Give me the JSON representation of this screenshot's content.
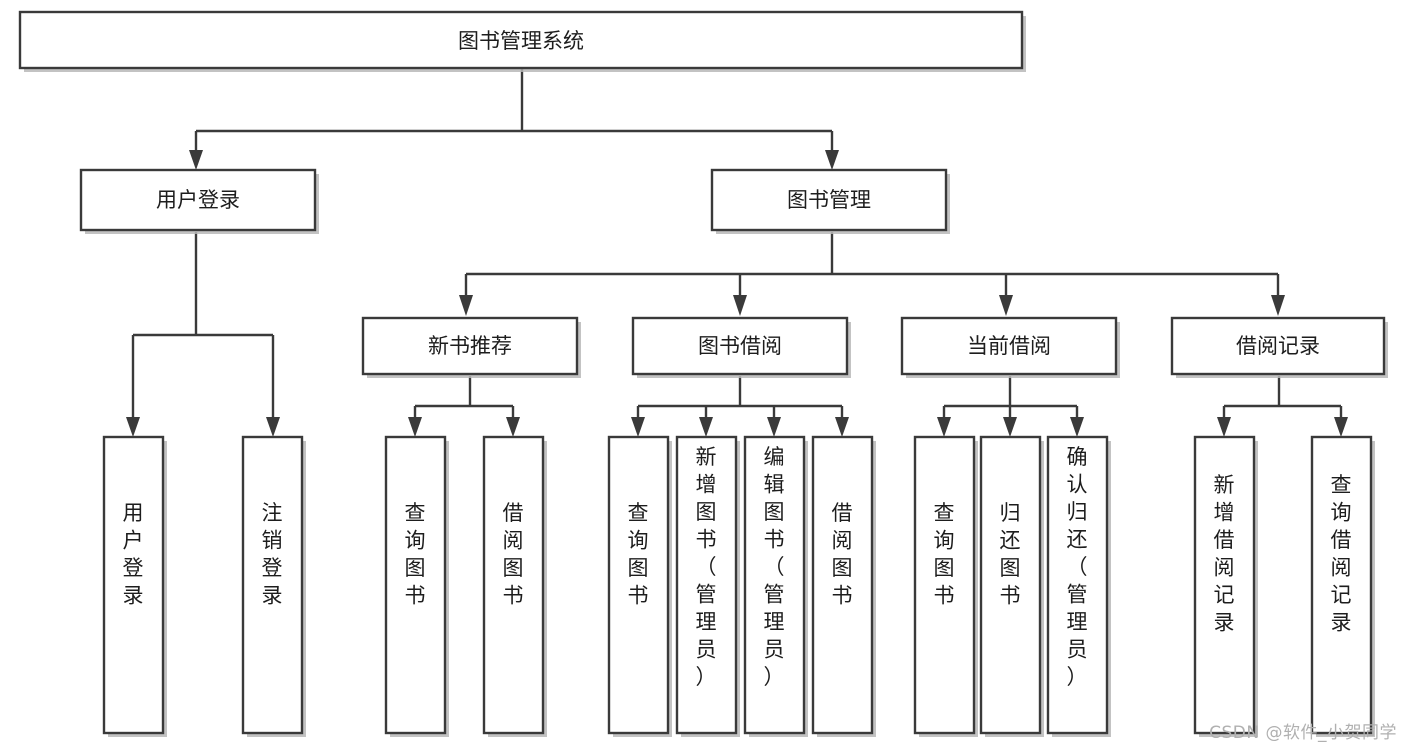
{
  "diagram": {
    "type": "tree",
    "orientation": "top-down",
    "title": "图书管理系统",
    "root": {
      "id": "root",
      "label": "图书管理系统",
      "orientation": "horizontal"
    },
    "levels": [
      {
        "level": 1,
        "nodes": [
          {
            "id": "root",
            "label": "图书管理系统",
            "orientation": "horizontal",
            "parent": null
          }
        ]
      },
      {
        "level": 2,
        "nodes": [
          {
            "id": "user-login",
            "label": "用户登录",
            "orientation": "horizontal",
            "parent": "root"
          },
          {
            "id": "book-manage",
            "label": "图书管理",
            "orientation": "horizontal",
            "parent": "root"
          }
        ]
      },
      {
        "level": 3,
        "nodes": [
          {
            "id": "new-book-rec",
            "label": "新书推荐",
            "orientation": "horizontal",
            "parent": "book-manage"
          },
          {
            "id": "book-borrow",
            "label": "图书借阅",
            "orientation": "horizontal",
            "parent": "book-manage"
          },
          {
            "id": "current-borrow",
            "label": "当前借阅",
            "orientation": "horizontal",
            "parent": "book-manage"
          },
          {
            "id": "borrow-record",
            "label": "借阅记录",
            "orientation": "horizontal",
            "parent": "book-manage"
          }
        ]
      },
      {
        "level": 4,
        "nodes": [
          {
            "id": "leaf-user-login",
            "label": "用户登录",
            "orientation": "vertical",
            "parent": "user-login"
          },
          {
            "id": "leaf-logout",
            "label": "注销登录",
            "orientation": "vertical",
            "parent": "user-login"
          },
          {
            "id": "leaf-query-book-1",
            "label": "查询图书",
            "orientation": "vertical",
            "parent": "new-book-rec"
          },
          {
            "id": "leaf-borrow-book-1",
            "label": "借阅图书",
            "orientation": "vertical",
            "parent": "new-book-rec"
          },
          {
            "id": "leaf-query-book-2",
            "label": "查询图书",
            "orientation": "vertical",
            "parent": "book-borrow"
          },
          {
            "id": "leaf-add-book",
            "label": "新增图书（管理员）",
            "orientation": "vertical",
            "parent": "book-borrow"
          },
          {
            "id": "leaf-edit-book",
            "label": "编辑图书（管理员）",
            "orientation": "vertical",
            "parent": "book-borrow"
          },
          {
            "id": "leaf-borrow-book-2",
            "label": "借阅图书",
            "orientation": "vertical",
            "parent": "book-borrow"
          },
          {
            "id": "leaf-query-book-3",
            "label": "查询图书",
            "orientation": "vertical",
            "parent": "current-borrow"
          },
          {
            "id": "leaf-return-book",
            "label": "归还图书",
            "orientation": "vertical",
            "parent": "current-borrow"
          },
          {
            "id": "leaf-confirm-return",
            "label": "确认归还（管理员）",
            "orientation": "vertical",
            "parent": "current-borrow"
          },
          {
            "id": "leaf-add-record",
            "label": "新增借阅记录",
            "orientation": "vertical",
            "parent": "borrow-record"
          },
          {
            "id": "leaf-query-record",
            "label": "查询借阅记录",
            "orientation": "vertical",
            "parent": "borrow-record"
          }
        ]
      }
    ],
    "colors": {
      "node_fill": "#ffffff",
      "node_stroke": "#3a3a3a",
      "edge": "#3a3a3a",
      "text": "#1d1d1d",
      "background": "#ffffff",
      "watermark": "#b0b0b0"
    }
  },
  "labels": {
    "root": "图书管理系统",
    "user_login": "用户登录",
    "book_manage": "图书管理",
    "new_book_rec": "新书推荐",
    "book_borrow": "图书借阅",
    "current_borrow": "当前借阅",
    "borrow_record": "借阅记录",
    "leaf_user_login": "用户登录",
    "leaf_logout": "注销登录",
    "leaf_query_book_1": "查询图书",
    "leaf_borrow_book_1": "借阅图书",
    "leaf_query_book_2": "查询图书",
    "leaf_add_book": "新增图书（管理员）",
    "leaf_edit_book": "编辑图书（管理员）",
    "leaf_borrow_book_2": "借阅图书",
    "leaf_query_book_3": "查询图书",
    "leaf_return_book": "归还图书",
    "leaf_confirm_return": "确认归还（管理员）",
    "leaf_add_record": "新增借阅记录",
    "leaf_query_record": "查询借阅记录"
  },
  "watermark": {
    "text": "CSDN @软件_小贺同学"
  }
}
